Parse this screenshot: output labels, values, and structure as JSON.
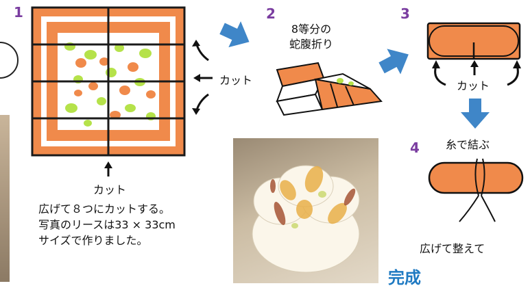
{
  "steps": [
    {
      "number": "1"
    },
    {
      "number": "2",
      "label_line1": "8等分の",
      "label_line2": "蛇腹折り"
    },
    {
      "number": "3",
      "cut_label": "カット"
    },
    {
      "number": "4",
      "tie_label": "糸で結ぶ",
      "finish_label": "広げて整えて"
    }
  ],
  "step1": {
    "side_cut_label": "カット",
    "bottom_cut_label": "カット",
    "caption_lines": [
      "広げて８つにカットする。",
      "写真のリースは33 × 33cm",
      "サイズで作りました。"
    ]
  },
  "final_label": "完成",
  "colors": {
    "paper_orange": "#f08a4b",
    "paper_outline": "#1a1a1a",
    "dot_green": "#b5e24a",
    "arrow_blue": "#3f86c8",
    "step_number": "#7a3da0",
    "final_text": "#1f7ac2"
  },
  "icons": [
    "curved-arrow-icon",
    "straight-arrow-icon",
    "blue-arrow-icon"
  ]
}
